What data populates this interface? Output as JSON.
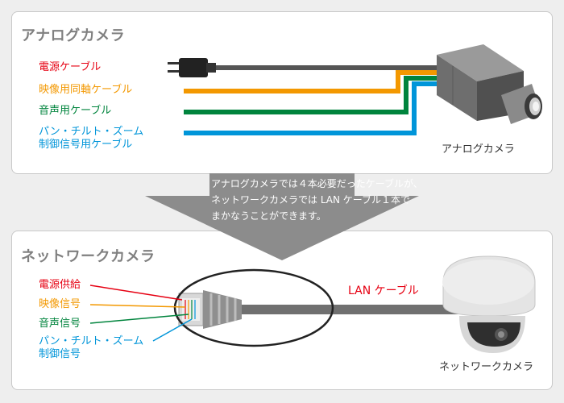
{
  "analog": {
    "title": "アナログカメラ",
    "camera_label": "アナログカメラ",
    "cables": [
      {
        "label": "電源ケーブル",
        "color": "#e60012"
      },
      {
        "label": "映像用同軸ケーブル",
        "color": "#f39800"
      },
      {
        "label": "音声用ケーブル",
        "color": "#00843d"
      },
      {
        "label_line1": "パン・チルト・ズーム",
        "label_line2": "制御信号用ケーブル",
        "color": "#0095d9"
      }
    ]
  },
  "callout": {
    "line1": "アナログカメラでは４本必要だったケーブルが、",
    "line2": "ネットワークカメラでは LAN ケーブル１本で",
    "line3": "まかなうことができます。"
  },
  "network": {
    "title": "ネットワークカメラ",
    "camera_label": "ネットワークカメラ",
    "lan_label": "LAN ケーブル",
    "lan_color": "#e60012",
    "signals": [
      {
        "label": "電源供給",
        "color": "#e60012"
      },
      {
        "label": "映像信号",
        "color": "#f39800"
      },
      {
        "label": "音声信号",
        "color": "#00843d"
      },
      {
        "label_line1": "パン・チルト・ズーム",
        "label_line2": "制御信号",
        "color": "#0095d9"
      }
    ]
  }
}
